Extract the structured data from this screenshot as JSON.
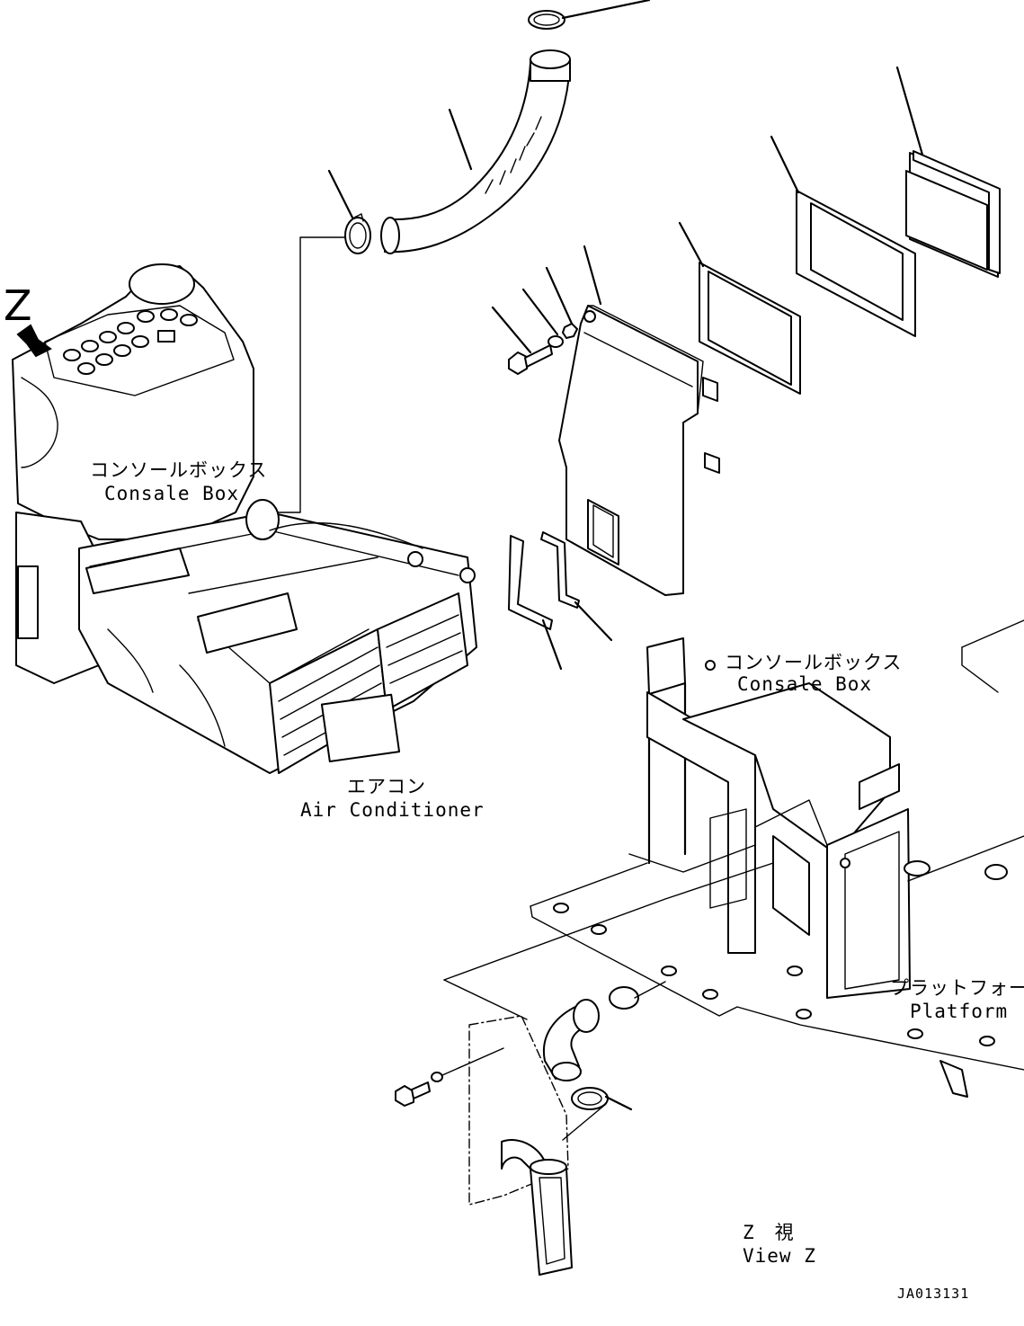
{
  "view_marker": "Z",
  "labels": {
    "console_box_left_jp": "コンソールボックス",
    "console_box_left_en": "Consale Box",
    "console_box_right_jp": "コンソールボックス",
    "console_box_right_en": "Consale Box",
    "air_conditioner_jp": "エアコン",
    "air_conditioner_en": "Air Conditioner",
    "platform_jp": "プラットフォーム",
    "platform_en": "Platform",
    "view_z_jp": "Z　視",
    "view_z_en": "View Z"
  },
  "drawing_code": "JA013131"
}
